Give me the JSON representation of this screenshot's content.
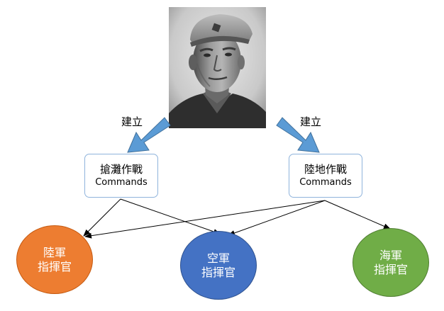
{
  "photo": {
    "subject": "portrait-photo",
    "style": "black-and-white"
  },
  "arrows": {
    "left_label": "建立",
    "right_label": "建立",
    "color": "#5b9bd5"
  },
  "commands": [
    {
      "title": "搶灘作戰",
      "subtitle": "Commands"
    },
    {
      "title": "陸地作戰",
      "subtitle": "Commands"
    }
  ],
  "branches": [
    {
      "line1": "陸軍",
      "line2": "指揮官",
      "color": "#ed7d31"
    },
    {
      "line1": "空軍",
      "line2": "指揮官",
      "color": "#4472c4"
    },
    {
      "line1": "海軍",
      "line2": "指揮官",
      "color": "#70ad47"
    }
  ]
}
